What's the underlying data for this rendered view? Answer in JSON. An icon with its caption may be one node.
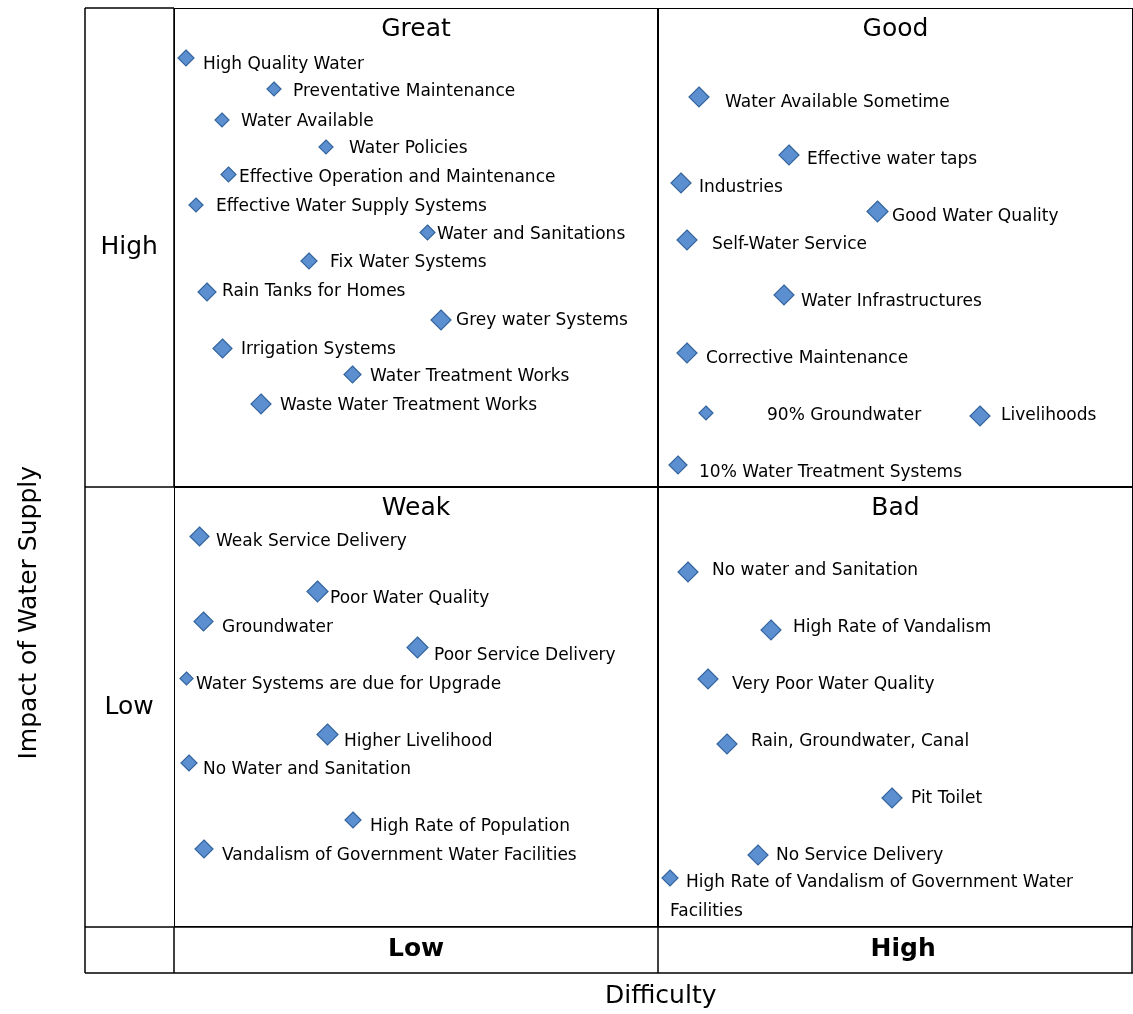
{
  "diagram": {
    "nodes": [
      {
        "text": [
          "Great",
          "High Quality Water",
          "Preventative Maintenance",
          "Water Available",
          "Water Policies",
          "Effective Operation and Maintenance",
          "Effective Water Supply Systems",
          "Water and Sanitations",
          "Fix Water Systems",
          "Rain Tanks for Homes",
          "Grey water Systems",
          "Irrigation Systems",
          "Water Treatment Works",
          "Waste Water Treatment Works"
        ]
      },
      {
        "text": [
          "Good",
          "Water Available Sometime",
          "Effective water taps",
          "Industries",
          "Good Water Quality",
          "Self-Water Service",
          "Water Infrastructures",
          "Corrective Maintenance",
          "90% Groundwater",
          "Livelihoods",
          "10% Water Treatment Systems"
        ]
      },
      {
        "text": [
          "Weak",
          "Weak Service Delivery",
          "Poor Water Quality",
          "Groundwater",
          "Poor Service Delivery",
          "Water Systems are due for Upgrade",
          "Higher Livelihood",
          "No Water and Sanitation",
          "High Rate of Population",
          "Vandalism of Government Water Facilities"
        ]
      },
      {
        "text": [
          "Bad",
          "No water and Sanitation",
          "High Rate of Vandalism",
          "Very Poor Water Quality",
          "Rain, Groundwater, Canal",
          "Pit Toilet",
          "No Service Delivery",
          "High Rate of Vandalism of Government Water Facilities"
        ]
      }
    ],
    "labels": [
      "Impact of Water Supply",
      "High",
      "Low",
      "Low",
      "High",
      "Difficulty"
    ]
  }
}
